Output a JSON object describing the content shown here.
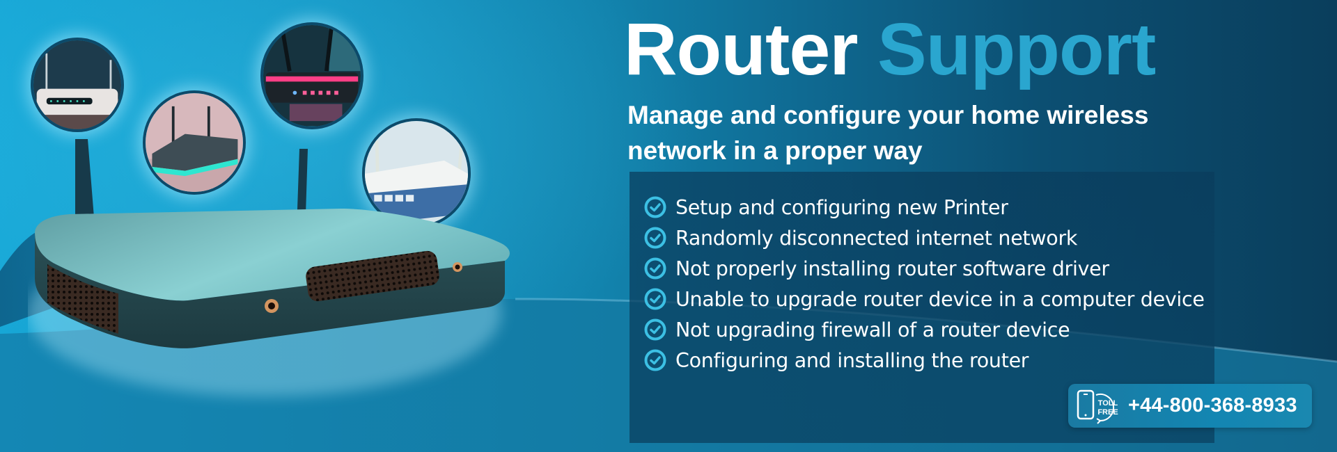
{
  "hero": {
    "title_word1": "Router",
    "title_word2": "Support",
    "subtitle": "Manage and configure your home wireless network in a proper way"
  },
  "features": [
    {
      "icon": "check-circle-icon",
      "label": "Setup and configuring new Printer"
    },
    {
      "icon": "check-circle-icon",
      "label": "Randomly disconnected internet network"
    },
    {
      "icon": "check-circle-icon",
      "label": "Not properly installing router software driver"
    },
    {
      "icon": "check-circle-icon",
      "label": "Unable to upgrade router device in a computer device"
    },
    {
      "icon": "check-circle-icon",
      "label": "Not upgrading firewall of a router device"
    },
    {
      "icon": "check-circle-icon",
      "label": "Configuring and installing the router"
    }
  ],
  "contact": {
    "badge_line1": "TOLL",
    "badge_line2": "FREE",
    "icon": "phone-toll-free-icon",
    "phone": "+44-800-368-8933"
  },
  "illustration": {
    "bubbles": [
      "white-router-bubble",
      "dark-teal-router-bubble",
      "pink-neon-router-bubble",
      "white-blue-router-bubble"
    ],
    "main_image": "dark-teal-wireless-router"
  },
  "colors": {
    "accent": "#2aa6cf",
    "check": "#3cc0e4",
    "panel": "#0b4467",
    "background_left": "#17a7d6",
    "background_right": "#0a3e5c"
  }
}
